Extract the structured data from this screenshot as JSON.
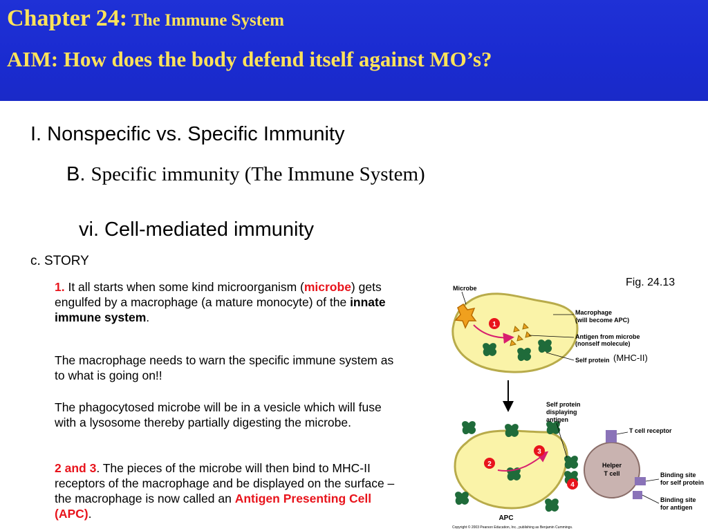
{
  "header": {
    "chapter": "Chapter 24:",
    "chapter_topic": "The Immune System",
    "aim": "AIM: How does the body defend itself  against MO’s?"
  },
  "outline": {
    "level1": "I. Nonspecific vs. Specific Immunity",
    "level2_letter": "B.",
    "level2_text": "Specific immunity (The Immune System)",
    "level3": "vi. Cell-mediated immunity",
    "level4": "c. STORY"
  },
  "story": {
    "p1_num": "1.",
    "p1_a": " It all starts when some kind microorganism (",
    "p1_microbe": "microbe",
    "p1_b": ") gets engulfed by a macrophage (a mature monocyte) of the ",
    "p1_innate": "innate immune system",
    "p1_c": ".",
    "p2": "The macrophage needs to warn the specific immune system as to what is going on!!",
    "p3": "The phagocytosed microbe will be in a vesicle which will fuse with a lysosome thereby partially digesting the microbe.",
    "p4_num": "2 and 3",
    "p4_a": ". The pieces of the microbe will then bind to MHC-II receptors of the macrophage and be displayed on the surface – the macrophage is now called an ",
    "p4_apc": "Antigen Presenting Cell (APC)",
    "p4_b": "."
  },
  "figure": {
    "caption": "Fig. 24.13",
    "mhc_note": "(MHC-II)",
    "labels": {
      "microbe": "Microbe",
      "macrophage": "Macrophage",
      "macrophage_sub": "(will become APC)",
      "antigen": "Antigen from microbe",
      "antigen_sub": "(nonself molecule)",
      "self_protein": "Self protein",
      "self_disp_1": "Self protein",
      "self_disp_2": "displaying",
      "self_disp_3": "antigen",
      "tcr": "T cell receptor",
      "helper_1": "Helper",
      "helper_2": "T cell",
      "bind_self_1": "Binding site",
      "bind_self_2": "for self protein",
      "bind_ag_1": "Binding site",
      "bind_ag_2": "for antigen",
      "apc": "APC",
      "copyright": "Copyright © 2003 Pearson Education, Inc., publishing as Benjamin Cummings.",
      "step1": "1",
      "step2": "2",
      "step3": "3",
      "step4": "4"
    },
    "colors": {
      "cell_fill": "#faf3a8",
      "cell_stroke": "#b8ab4a",
      "protein": "#1f6b3a",
      "antigen": "#e8a020",
      "tcell": "#c9b3b0",
      "receptor": "#8a73b8",
      "step": "#e8141c",
      "arrow": "#d81e6e"
    }
  }
}
